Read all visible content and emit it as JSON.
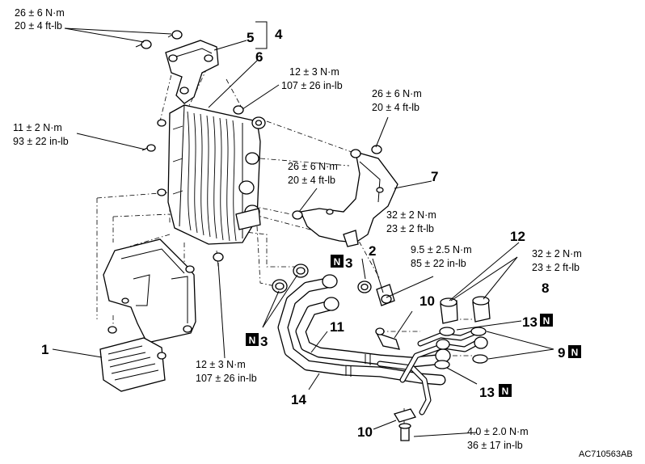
{
  "torques": {
    "t1": {
      "nm": "26 ± 6 N·m",
      "ft": "20 ± 4 ft-lb"
    },
    "t2": {
      "nm": "12 ± 3 N·m",
      "ft": "107 ± 26 in-lb"
    },
    "t3": {
      "nm": "26 ± 6 N·m",
      "ft": "20 ± 4 ft-lb"
    },
    "t4": {
      "nm": "11 ± 2 N·m",
      "ft": "93 ± 22 in-lb"
    },
    "t5": {
      "nm": "26 ± 6 N·m",
      "ft": "20 ± 4 ft-lb"
    },
    "t6": {
      "nm": "32 ± 2 N·m",
      "ft": "23 ± 2 ft-lb"
    },
    "t7": {
      "nm": "9.5 ± 2.5 N·m",
      "ft": "85 ± 22 in-lb"
    },
    "t8": {
      "nm": "32 ± 2 N·m",
      "ft": "23 ± 2 ft-lb"
    },
    "t9": {
      "nm": "12 ± 3 N·m",
      "ft": "107 ± 26 in-lb"
    },
    "t10": {
      "nm": "4.0 ± 2.0 N·m",
      "ft": "36 ± 17 in-lb"
    }
  },
  "callouts": {
    "c1": "1",
    "c2": "2",
    "c3a": "3",
    "c3b": "3",
    "c4": "4",
    "c5": "5",
    "c6": "6",
    "c7": "7",
    "c8": "8",
    "c9": "9",
    "c10a": "10",
    "c10b": "10",
    "c11": "11",
    "c12": "12",
    "c13a": "13",
    "c13b": "13",
    "c14": "14"
  },
  "new_part_mark": "N",
  "figure_code": "AC710563AB"
}
